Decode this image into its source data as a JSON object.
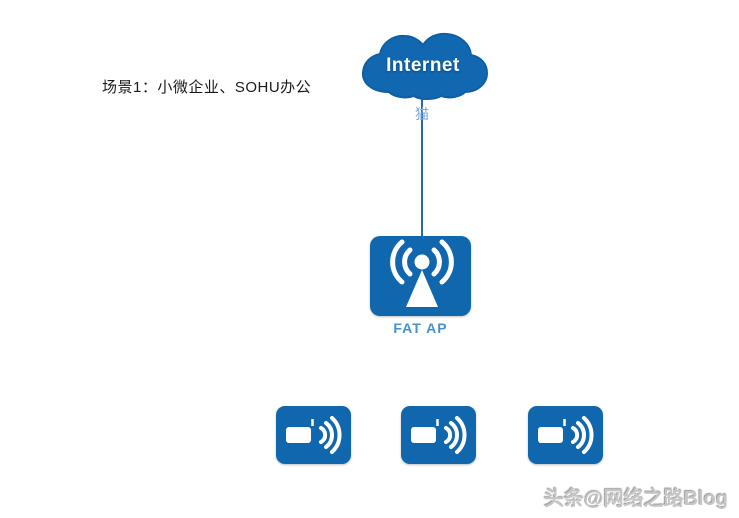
{
  "scene": {
    "label": "场景1：小微企业、SOHU办公"
  },
  "internet_cloud": {
    "label": "Internet"
  },
  "modem": {
    "label": "猫"
  },
  "fat_ap": {
    "label": "FAT AP"
  },
  "clients": [
    {
      "icon": "wireless-client-icon"
    },
    {
      "icon": "wireless-client-icon"
    },
    {
      "icon": "wireless-client-icon"
    }
  ],
  "watermark": {
    "text": "头条@网络之路Blog"
  },
  "colors": {
    "node_blue": "#1167AE",
    "cloud_blue": "#1168B0",
    "connector_blue": "#2A67AB",
    "fat_ap_label_blue": "#4A90C9",
    "modem_label_blue": "#79A8DC",
    "scene_text": "#1A1A1A",
    "watermark_gray": "#C6C6C6"
  }
}
